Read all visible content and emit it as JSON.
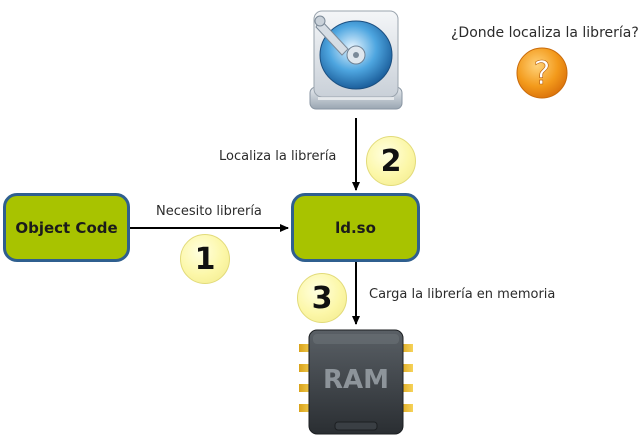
{
  "diagram": {
    "object_code_label": "Object Code",
    "ldso_label": "ld.so",
    "edge_necesito": "Necesito librería",
    "edge_localiza": "Localiza la librería",
    "edge_carga": "Carga la librería en memoria",
    "question_text": "¿Donde localiza la librería?",
    "step_1": "1",
    "step_2": "2",
    "step_3": "3",
    "ram_label": "RAM",
    "icons": [
      "hard-disk-icon",
      "question-mark-icon",
      "ram-chip-icon"
    ],
    "colors": {
      "box_fill": "#a8c300",
      "box_border": "#2f5f8f",
      "step_circle": "#fcf7a8",
      "question_orange": "#f39a1b"
    }
  }
}
